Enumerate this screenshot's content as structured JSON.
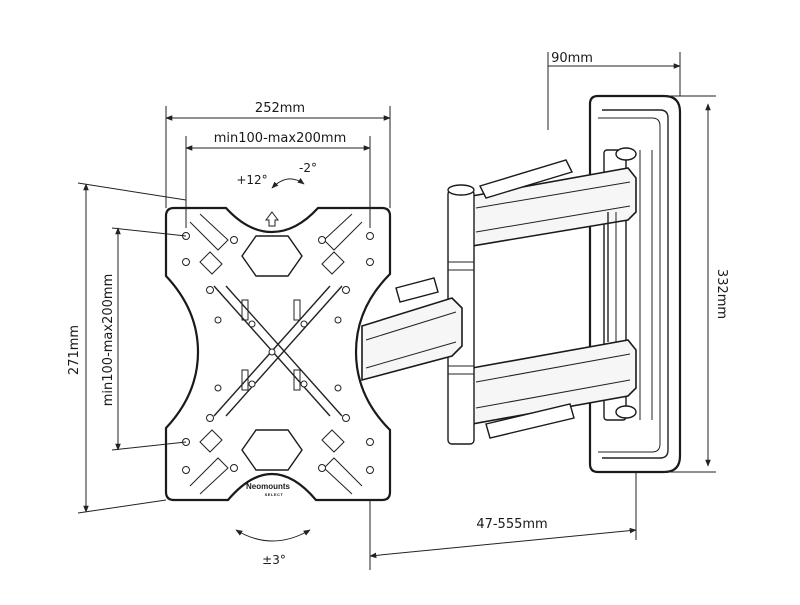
{
  "dimensions": {
    "depth": "90mm",
    "plate_width": "252mm",
    "vesa_horizontal": "min100-max200mm",
    "plate_height": "271mm",
    "vesa_vertical": "min100-max200mm",
    "bracket_height": "332mm",
    "extension": "47-555mm"
  },
  "angles": {
    "tilt_up": "+12°",
    "tilt_down": "-2°",
    "rotation": "±3°"
  },
  "brand": {
    "name": "Neomounts",
    "sub": "SELECT"
  }
}
